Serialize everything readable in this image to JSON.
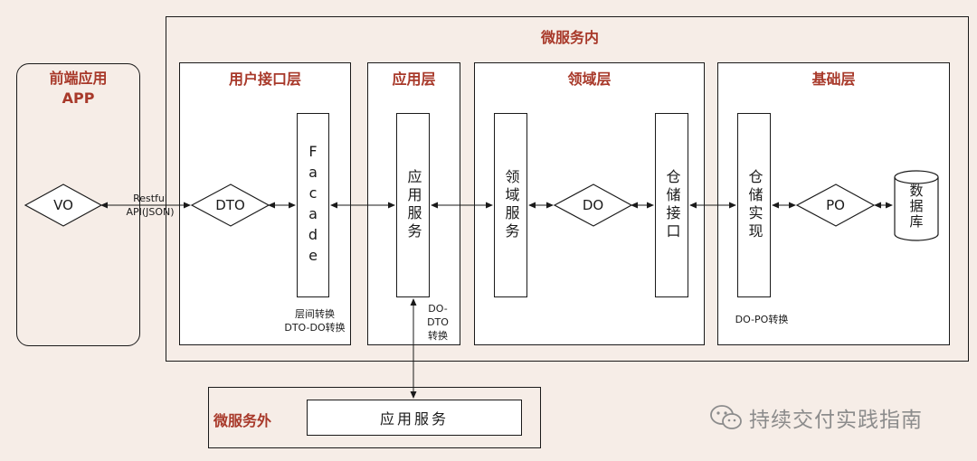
{
  "frontend": {
    "title_line1": "前端应用",
    "title_line2": "APP",
    "vo": "VO"
  },
  "api_label": {
    "line1": "Restful",
    "line2": "API(JSON)"
  },
  "microservice_inside": {
    "title": "微服务内",
    "user_interface_layer": {
      "title": "用户接口层",
      "dto": "DTO",
      "facade": "Facade",
      "note_line1": "层间转换",
      "note_line2": "DTO-DO转换"
    },
    "application_layer": {
      "title": "应用层",
      "app_service": "应用服务",
      "note_line1": "DO-",
      "note_line2": "DTO",
      "note_line3": "转换"
    },
    "domain_layer": {
      "title": "领域层",
      "domain_service": "领域服务",
      "do": "DO",
      "repository_interface": "仓储接口"
    },
    "infrastructure_layer": {
      "title": "基础层",
      "repository_impl": "仓储实现",
      "po": "PO",
      "database": "数据库",
      "note": "DO-PO转换"
    }
  },
  "microservice_outside": {
    "title": "微服务外",
    "app_service": "应用服务"
  },
  "watermark": {
    "text": "持续交付实践指南",
    "icon": "wechat-icon"
  },
  "colors": {
    "background": "#f6ede7",
    "title_red": "#a8392a",
    "line": "#1a1a1a"
  }
}
